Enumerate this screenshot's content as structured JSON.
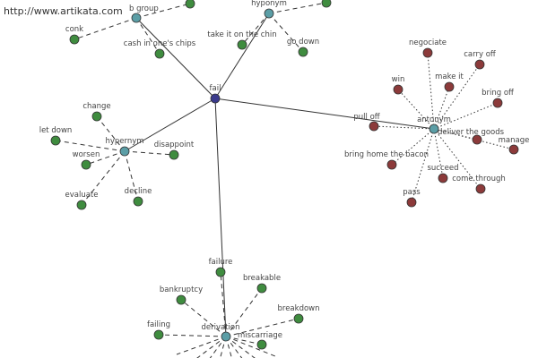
{
  "watermark": "http://www.artikata.com",
  "colors": {
    "center": "#3a3a8c",
    "hub": "#5b9ea6",
    "synonym": "#3f8c3f",
    "antonym": "#8c3a3a"
  },
  "nodes": [
    {
      "id": "fail",
      "label": "fail",
      "kind": "center"
    },
    {
      "id": "bgroup",
      "label": "b group",
      "kind": "hub"
    },
    {
      "id": "hyponym",
      "label": "hyponym",
      "kind": "hub"
    },
    {
      "id": "antonym",
      "label": "antonym",
      "kind": "hub"
    },
    {
      "id": "hypernym",
      "label": "hypernym",
      "kind": "hub"
    },
    {
      "id": "derivation",
      "label": "derivation",
      "kind": "hub"
    },
    {
      "id": "conk",
      "label": "conk",
      "kind": "synonym"
    },
    {
      "id": "cash",
      "label": "cash in one's chips",
      "kind": "synonym"
    },
    {
      "id": "bg_extra",
      "label": "",
      "kind": "synonym"
    },
    {
      "id": "takeit",
      "label": "take it on the chin",
      "kind": "synonym"
    },
    {
      "id": "godown",
      "label": "go down",
      "kind": "synonym"
    },
    {
      "id": "hyp_extra",
      "label": "",
      "kind": "synonym"
    },
    {
      "id": "change",
      "label": "change",
      "kind": "synonym"
    },
    {
      "id": "letdown",
      "label": "let down",
      "kind": "synonym"
    },
    {
      "id": "worsen",
      "label": "worsen",
      "kind": "synonym"
    },
    {
      "id": "disappoint",
      "label": "disappoint",
      "kind": "synonym"
    },
    {
      "id": "evaluate",
      "label": "evaluate",
      "kind": "synonym"
    },
    {
      "id": "decline",
      "label": "decline",
      "kind": "synonym"
    },
    {
      "id": "failure",
      "label": "failure",
      "kind": "synonym"
    },
    {
      "id": "breakable",
      "label": "breakable",
      "kind": "synonym"
    },
    {
      "id": "bankruptcy",
      "label": "bankruptcy",
      "kind": "synonym"
    },
    {
      "id": "breakdown",
      "label": "breakdown",
      "kind": "synonym"
    },
    {
      "id": "failing",
      "label": "failing",
      "kind": "synonym"
    },
    {
      "id": "miscarriage",
      "label": "miscarriage",
      "kind": "synonym"
    },
    {
      "id": "negociate",
      "label": "negociate",
      "kind": "antonym"
    },
    {
      "id": "carryoff",
      "label": "carry off",
      "kind": "antonym"
    },
    {
      "id": "makeit",
      "label": "make it",
      "kind": "antonym"
    },
    {
      "id": "win",
      "label": "win",
      "kind": "antonym"
    },
    {
      "id": "bringoff",
      "label": "bring off",
      "kind": "antonym"
    },
    {
      "id": "pulloff",
      "label": "pull off",
      "kind": "antonym"
    },
    {
      "id": "deliver",
      "label": "deliver the goods",
      "kind": "antonym"
    },
    {
      "id": "manage",
      "label": "manage",
      "kind": "antonym"
    },
    {
      "id": "bringhome",
      "label": "bring home the bacon",
      "kind": "antonym"
    },
    {
      "id": "succeed",
      "label": "succeed",
      "kind": "antonym"
    },
    {
      "id": "comethrough",
      "label": "come through",
      "kind": "antonym"
    },
    {
      "id": "pass",
      "label": "pass",
      "kind": "antonym"
    }
  ],
  "edges": [
    {
      "from": "fail",
      "to": "bgroup",
      "style": "solid"
    },
    {
      "from": "fail",
      "to": "hyponym",
      "style": "solid"
    },
    {
      "from": "fail",
      "to": "antonym",
      "style": "solid"
    },
    {
      "from": "fail",
      "to": "hypernym",
      "style": "solid"
    },
    {
      "from": "fail",
      "to": "derivation",
      "style": "solid"
    },
    {
      "from": "bgroup",
      "to": "conk",
      "style": "dashed"
    },
    {
      "from": "bgroup",
      "to": "cash",
      "style": "dashed"
    },
    {
      "from": "bgroup",
      "to": "bg_extra",
      "style": "dashed"
    },
    {
      "from": "hyponym",
      "to": "takeit",
      "style": "dashed"
    },
    {
      "from": "hyponym",
      "to": "godown",
      "style": "dashed"
    },
    {
      "from": "hyponym",
      "to": "hyp_extra",
      "style": "dashed"
    },
    {
      "from": "hypernym",
      "to": "change",
      "style": "dashed"
    },
    {
      "from": "hypernym",
      "to": "letdown",
      "style": "dashed"
    },
    {
      "from": "hypernym",
      "to": "worsen",
      "style": "dashed"
    },
    {
      "from": "hypernym",
      "to": "disappoint",
      "style": "dashed"
    },
    {
      "from": "hypernym",
      "to": "evaluate",
      "style": "dashed"
    },
    {
      "from": "hypernym",
      "to": "decline",
      "style": "dashed"
    },
    {
      "from": "derivation",
      "to": "failure",
      "style": "dashed"
    },
    {
      "from": "derivation",
      "to": "breakable",
      "style": "dashed"
    },
    {
      "from": "derivation",
      "to": "bankruptcy",
      "style": "dashed"
    },
    {
      "from": "derivation",
      "to": "breakdown",
      "style": "dashed"
    },
    {
      "from": "derivation",
      "to": "failing",
      "style": "dashed"
    },
    {
      "from": "derivation",
      "to": "miscarriage",
      "style": "dashed"
    },
    {
      "from": "antonym",
      "to": "negociate",
      "style": "dotted"
    },
    {
      "from": "antonym",
      "to": "carryoff",
      "style": "dotted"
    },
    {
      "from": "antonym",
      "to": "makeit",
      "style": "dotted"
    },
    {
      "from": "antonym",
      "to": "win",
      "style": "dotted"
    },
    {
      "from": "antonym",
      "to": "bringoff",
      "style": "dotted"
    },
    {
      "from": "antonym",
      "to": "pulloff",
      "style": "dotted"
    },
    {
      "from": "antonym",
      "to": "deliver",
      "style": "dotted"
    },
    {
      "from": "antonym",
      "to": "manage",
      "style": "dotted"
    },
    {
      "from": "antonym",
      "to": "bringhome",
      "style": "dotted"
    },
    {
      "from": "antonym",
      "to": "succeed",
      "style": "dotted"
    },
    {
      "from": "antonym",
      "to": "comethrough",
      "style": "dotted"
    },
    {
      "from": "antonym",
      "to": "pass",
      "style": "dotted"
    }
  ]
}
